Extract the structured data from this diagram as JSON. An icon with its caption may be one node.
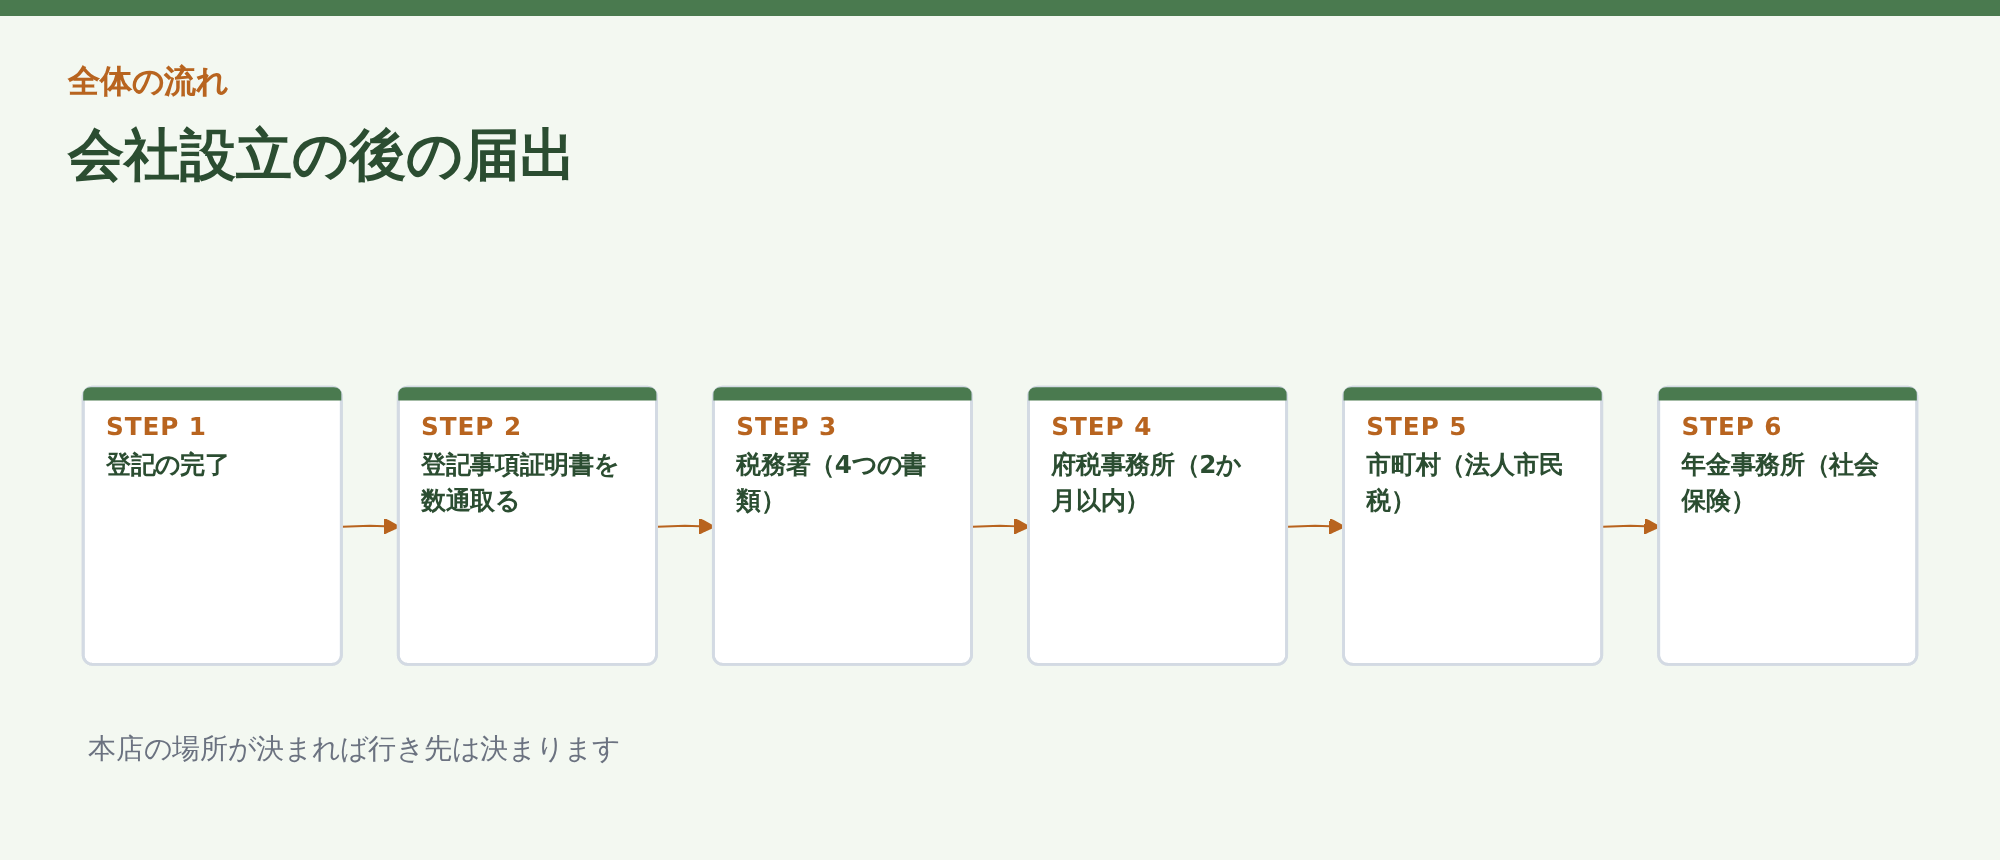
{
  "diagram": {
    "title": "会社設立の後の届出",
    "caption": "本店の場所が決まれば行き先は決まります",
    "nodes": [
      {
        "text": [
          "STEP 1",
          "登記の完了"
        ]
      },
      {
        "text": [
          "STEP 2",
          "登記事項証明書を数通取る"
        ]
      },
      {
        "text": [
          "STEP 3",
          "税務署（4つの書類）"
        ]
      },
      {
        "text": [
          "STEP 4",
          "府税事務所（2か月以内）"
        ]
      },
      {
        "text": [
          "STEP 5",
          "市町村（法人市民税）"
        ]
      },
      {
        "text": [
          "STEP 6",
          "年金事務所（社会保険）"
        ]
      }
    ],
    "edges": [
      {
        "from": 0,
        "to": 1,
        "arrow": "to"
      },
      {
        "from": 1,
        "to": 2,
        "arrow": "to"
      },
      {
        "from": 2,
        "to": 3,
        "arrow": "to"
      },
      {
        "from": 3,
        "to": 4,
        "arrow": "to"
      },
      {
        "from": 4,
        "to": 5,
        "arrow": "to"
      }
    ],
    "labels": [
      "全体の流れ"
    ]
  }
}
